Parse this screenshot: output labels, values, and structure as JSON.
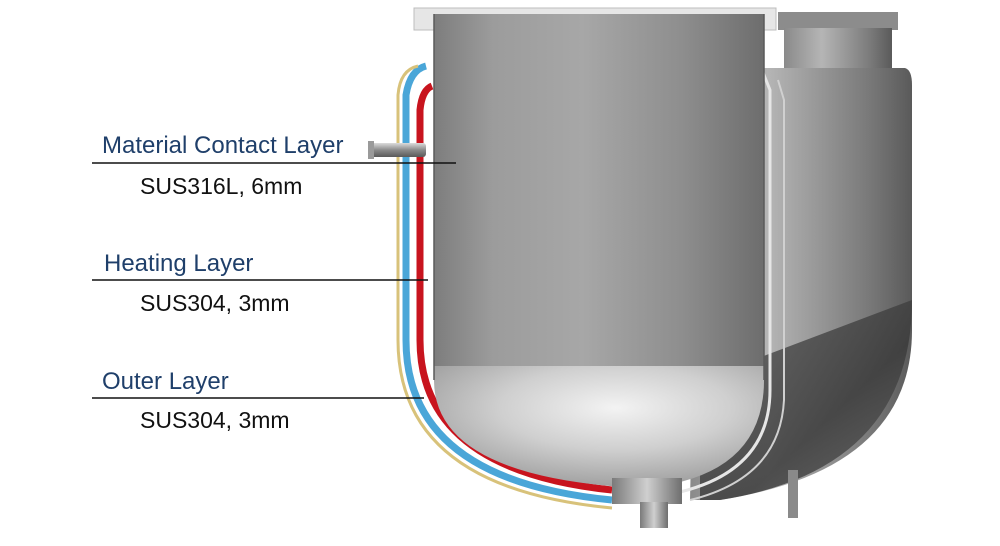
{
  "layers": [
    {
      "id": "material-contact",
      "title": "Material Contact Layer",
      "spec": "SUS316L, 6mm"
    },
    {
      "id": "heating",
      "title": "Heating Layer",
      "spec": "SUS304, 3mm"
    },
    {
      "id": "outer",
      "title": "Outer Layer",
      "spec": "SUS304, 3mm"
    }
  ],
  "colors": {
    "title_text": "#1f3f6a",
    "spec_text": "#111111",
    "heating_stripe": "#c8141e",
    "outer_stripe": "#4aa6d8",
    "leader_line": "#111111",
    "vessel_metal": "#9a9a9a"
  }
}
